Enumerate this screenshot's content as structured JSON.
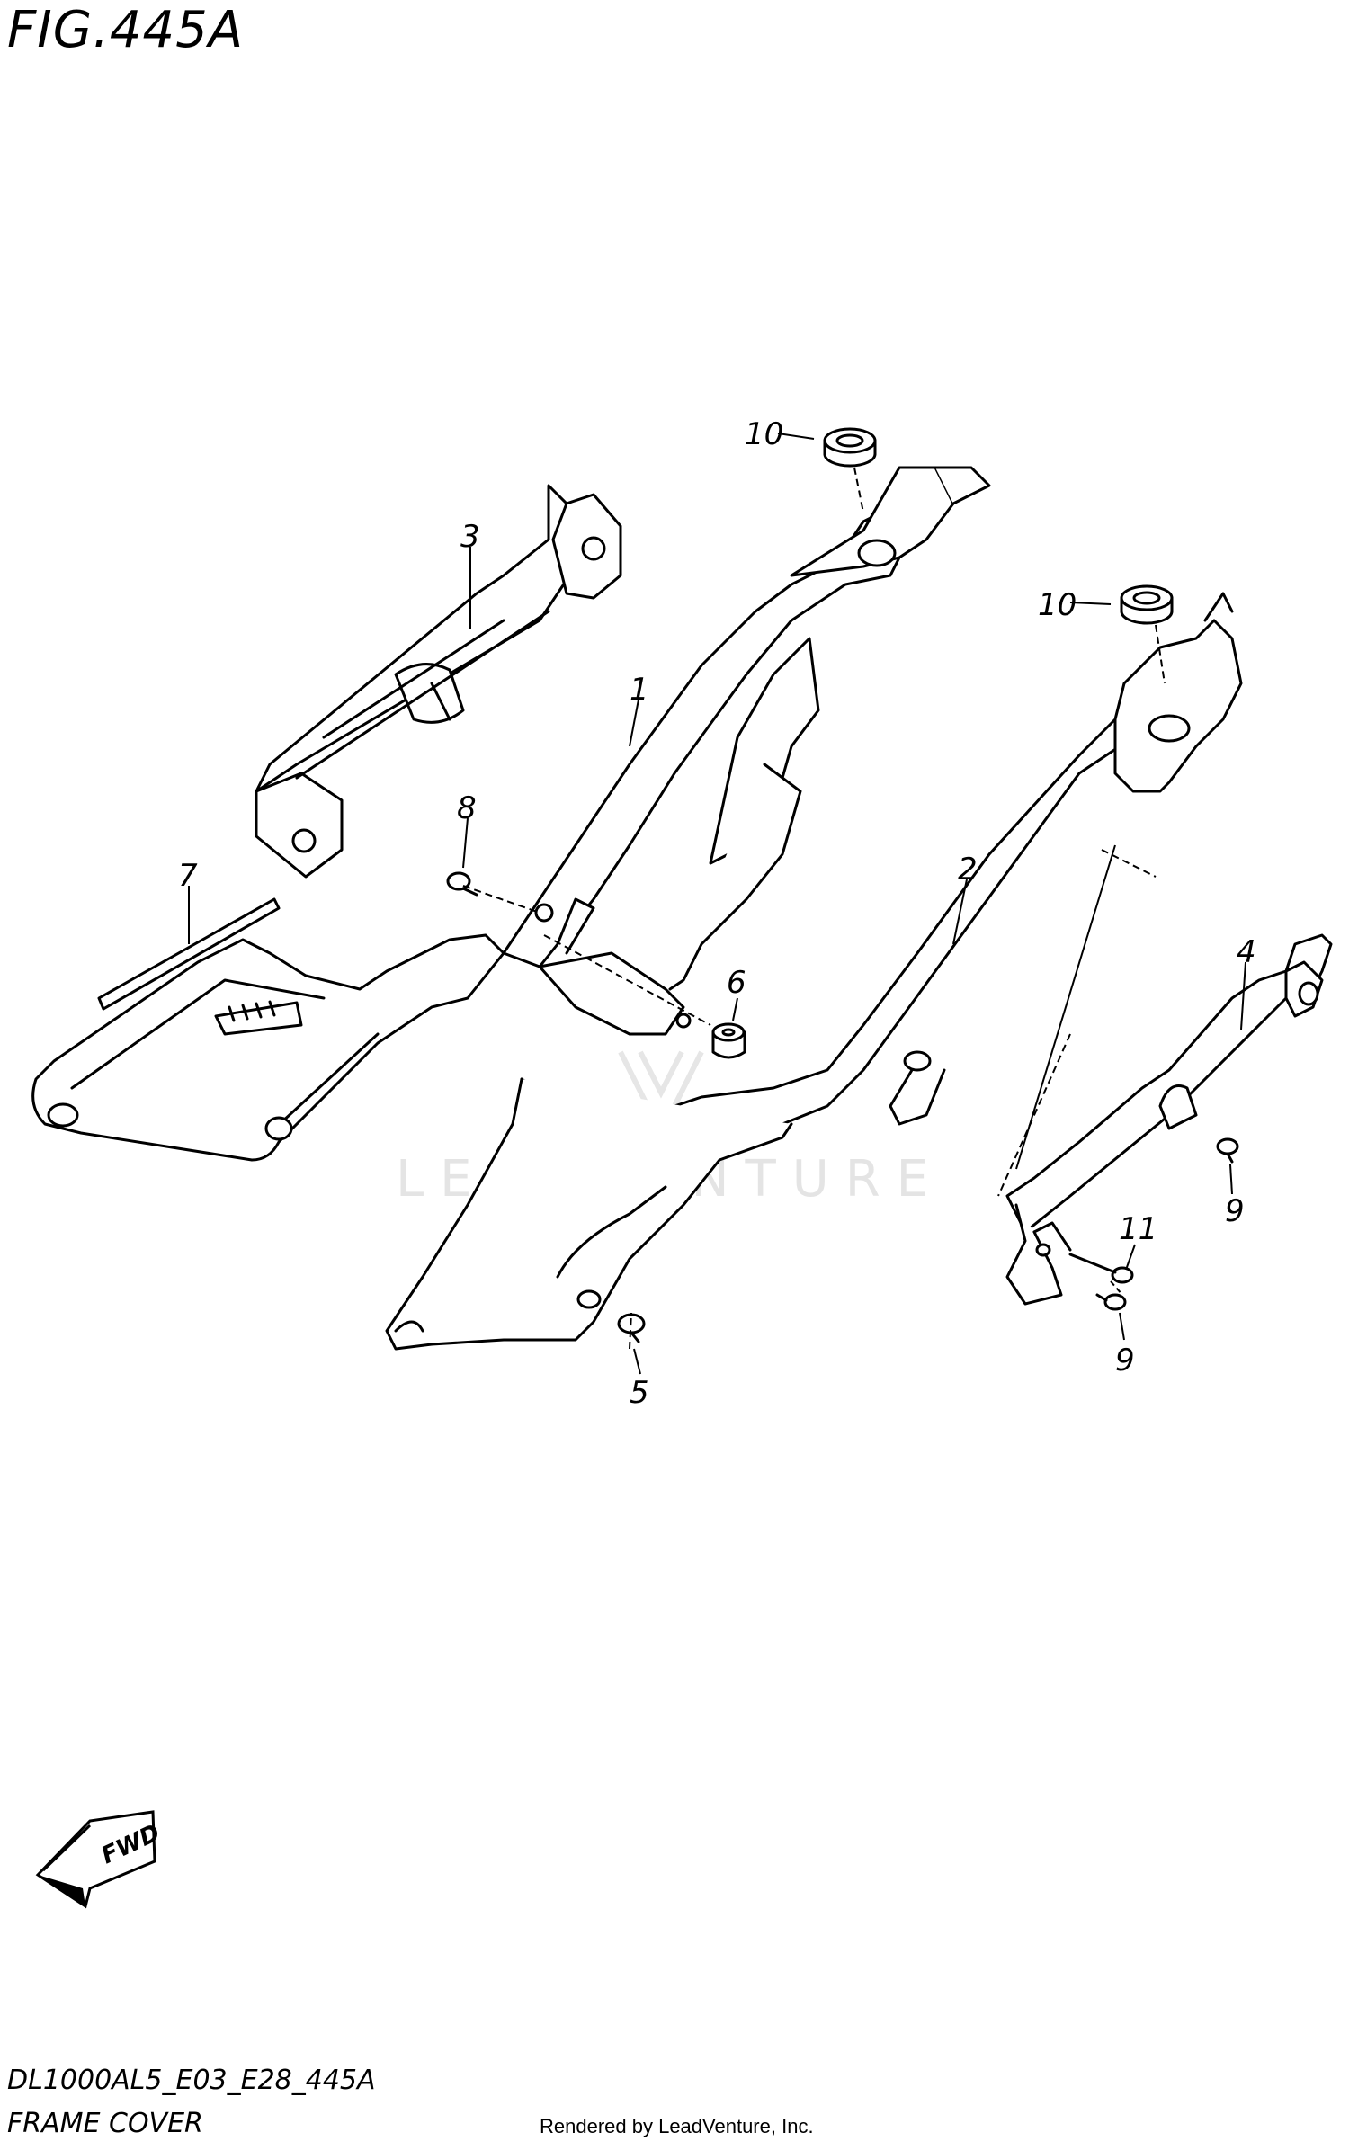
{
  "figure": {
    "title": "FIG.445A",
    "model_code": "DL1000AL5_E03_E28_445A",
    "name": "FRAME COVER",
    "credit": "Rendered by LeadVenture, Inc.",
    "watermark": "LEADVENTURE",
    "fwd_label": "FWD"
  },
  "callouts": {
    "c1": "1",
    "c2": "2",
    "c3": "3",
    "c4": "4",
    "c5": "5",
    "c6": "6",
    "c7": "7",
    "c8": "8",
    "c9a": "9",
    "c9b": "9",
    "c10a": "10",
    "c10b": "10",
    "c11": "11"
  },
  "colors": {
    "line": "#000000",
    "background": "#ffffff",
    "watermark": "#e3e3e3"
  }
}
